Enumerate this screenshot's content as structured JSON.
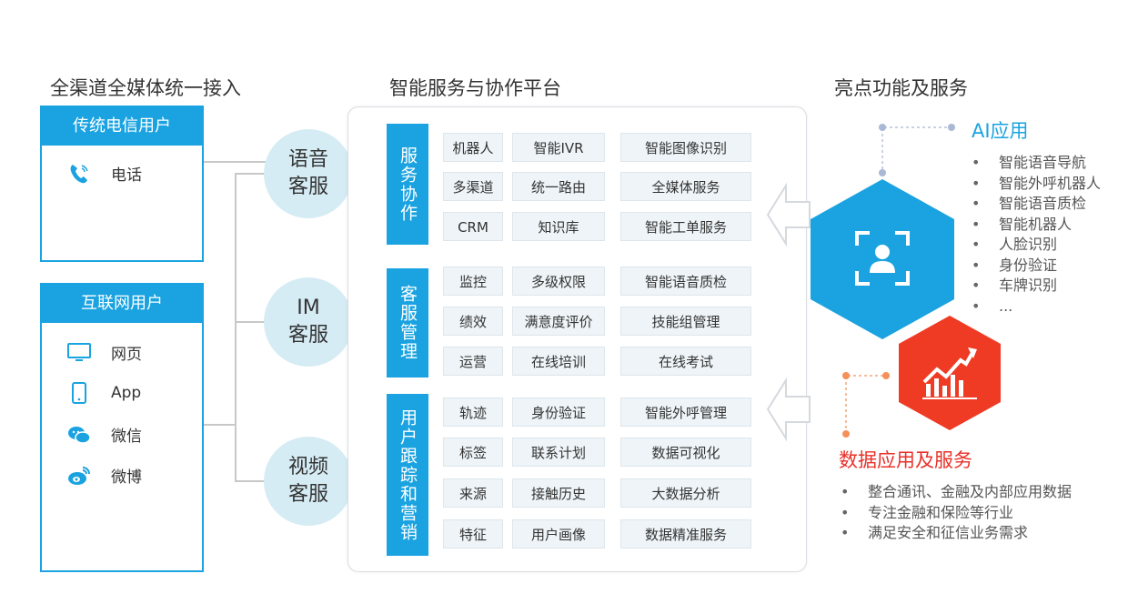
{
  "sections": {
    "left_title": "全渠道全媒体统一接入",
    "middle_title": "智能服务与协作平台",
    "right_title": "亮点功能及服务"
  },
  "left": {
    "telecom": {
      "header": "传统电信用户",
      "items": [
        {
          "icon": "phone-icon",
          "label": "电话"
        }
      ]
    },
    "internet": {
      "header": "互联网用户",
      "items": [
        {
          "icon": "monitor-icon",
          "label": "网页"
        },
        {
          "icon": "mobile-icon",
          "label": "App"
        },
        {
          "icon": "wechat-icon",
          "label": "微信"
        },
        {
          "icon": "weibo-icon",
          "label": "微博"
        }
      ]
    }
  },
  "bubbles": [
    [
      "语音",
      "客服"
    ],
    [
      "IM",
      "客服"
    ],
    [
      "视频",
      "客服"
    ]
  ],
  "platform": {
    "groups": [
      {
        "label": "服务协作",
        "rows": [
          [
            "机器人",
            "智能IVR",
            "智能图像识别"
          ],
          [
            "多渠道",
            "统一路由",
            "全媒体服务"
          ],
          [
            "CRM",
            "知识库",
            "智能工单服务"
          ]
        ]
      },
      {
        "label": "客服管理",
        "rows": [
          [
            "监控",
            "多级权限",
            "智能语音质检"
          ],
          [
            "绩效",
            "满意度评价",
            "技能组管理"
          ],
          [
            "运营",
            "在线培训",
            "在线考试"
          ]
        ]
      },
      {
        "label": "用户跟踪和营销",
        "rows": [
          [
            "轨迹",
            "身份验证",
            "智能外呼管理"
          ],
          [
            "标签",
            "联系计划",
            "数据可视化"
          ],
          [
            "来源",
            "接触历史",
            "大数据分析"
          ],
          [
            "特征",
            "用户画像",
            "数据精准服务"
          ]
        ]
      }
    ]
  },
  "right": {
    "ai": {
      "title": "AI应用",
      "items": [
        "智能语音导航",
        "智能外呼机器人",
        "智能语音质检",
        "智能机器人",
        "人脸识别",
        "身份验证",
        "车牌识别",
        "..."
      ]
    },
    "data": {
      "title": "数据应用及服务",
      "items": [
        "整合通讯、金融及内部应用数据",
        "专注金融和保险等行业",
        "满足安全和征信业务需求"
      ]
    }
  },
  "colors": {
    "accent": "#1aa3e0",
    "hex_blue": "#1aa3e0",
    "hex_red": "#ef3a24",
    "bubble_bg": "#d5ecf4",
    "data_title": "#e8312a"
  }
}
